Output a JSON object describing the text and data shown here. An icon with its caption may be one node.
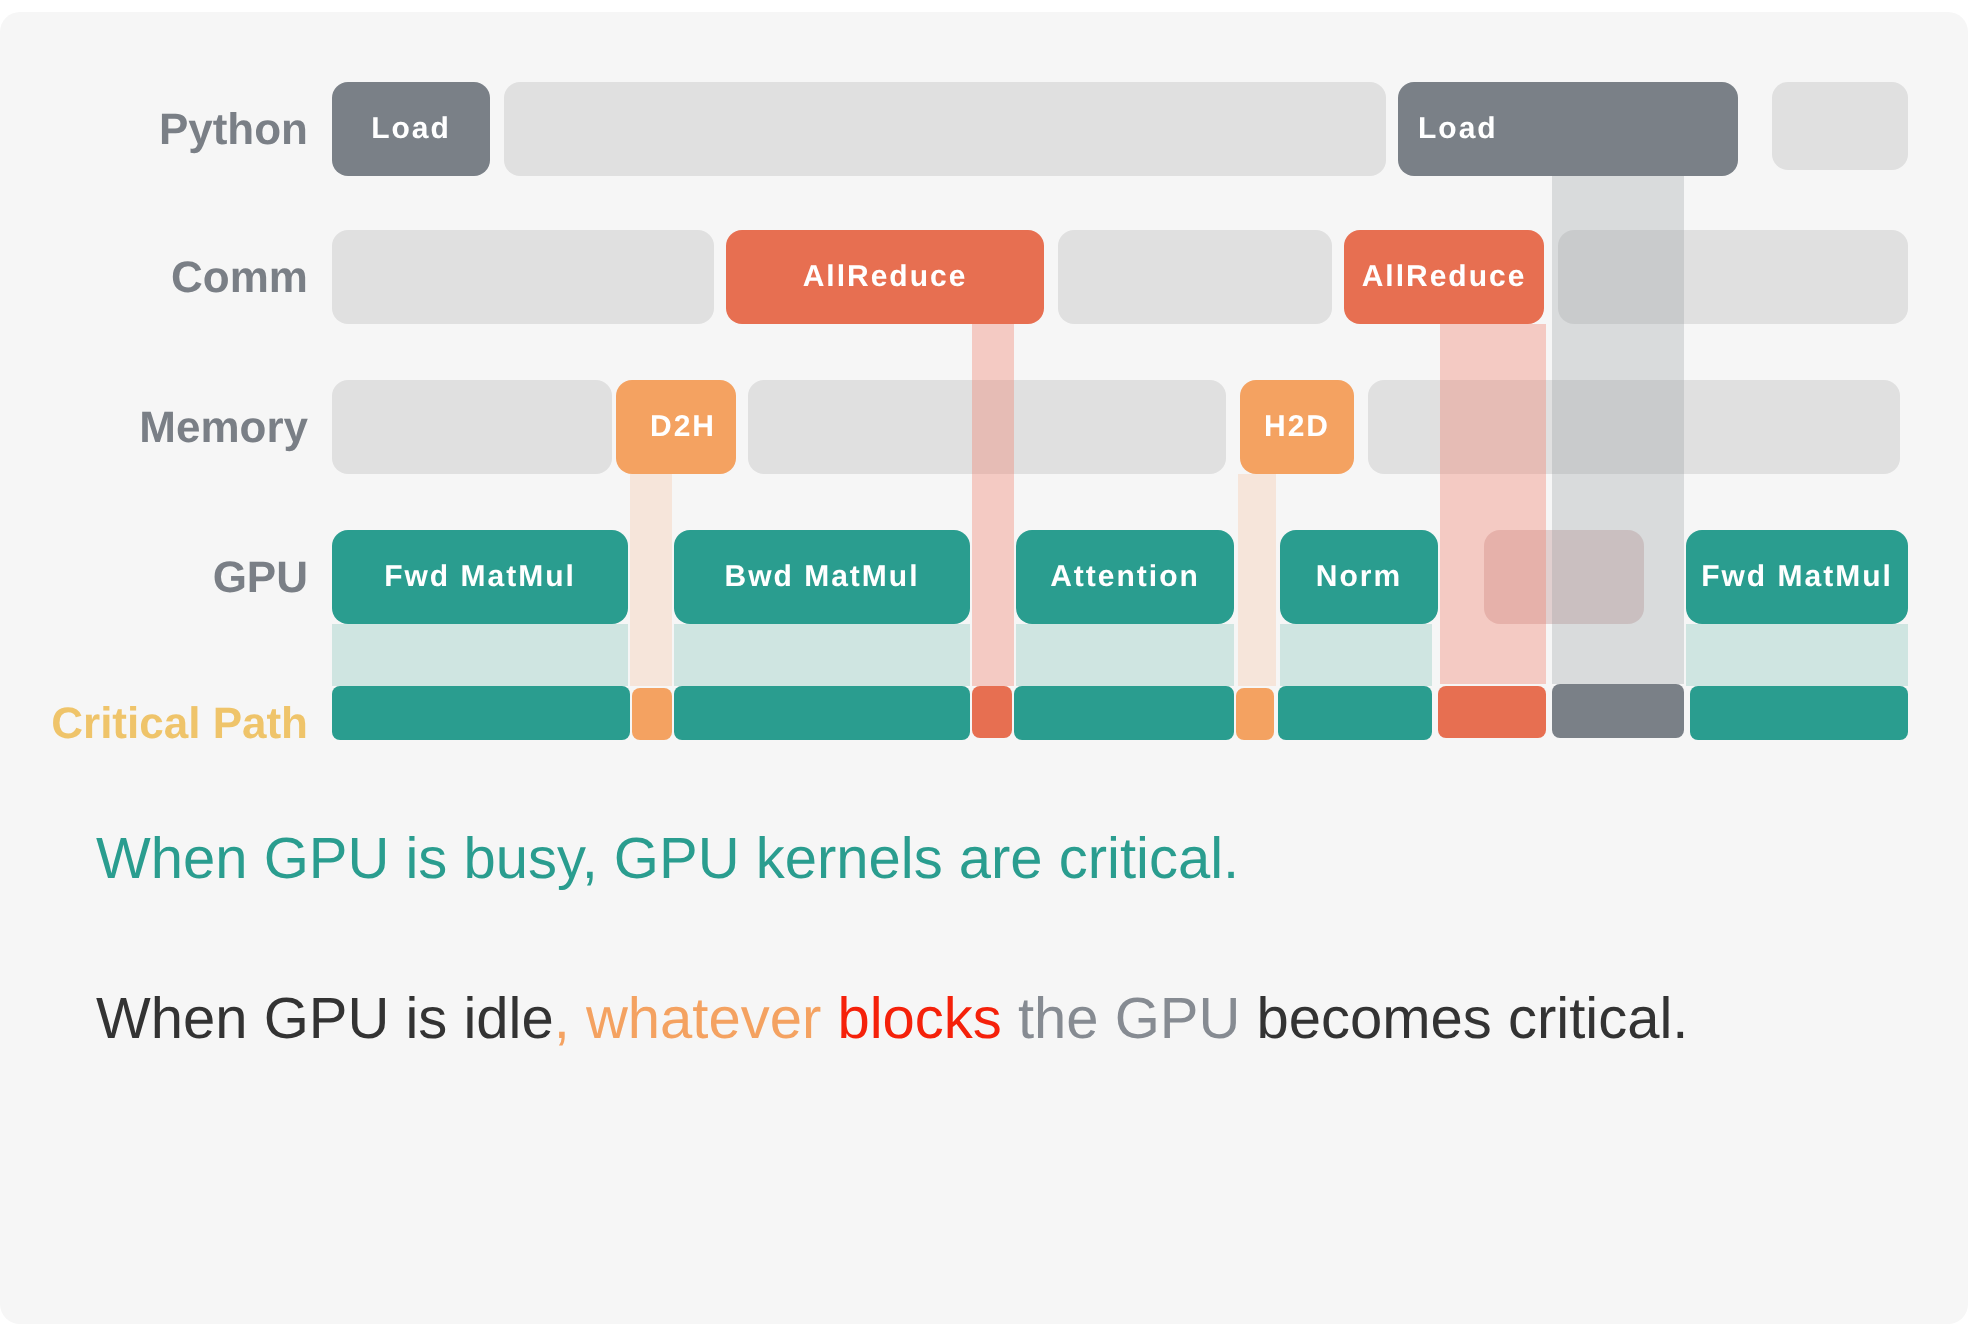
{
  "diagram": {
    "nodes": [
      {
        "text": [
          "Load"
        ]
      },
      {
        "text": [],
        "shape": "bar"
      },
      {
        "text": [
          "Load"
        ]
      },
      {
        "text": [],
        "shape": "bar"
      },
      {
        "text": [],
        "shape": "bar"
      },
      {
        "text": [
          "AllReduce"
        ]
      },
      {
        "text": [],
        "shape": "bar"
      },
      {
        "text": [
          "AllReduce"
        ]
      },
      {
        "text": [],
        "shape": "bar"
      },
      {
        "text": [],
        "shape": "bar"
      },
      {
        "text": [
          "D2H"
        ]
      },
      {
        "text": [],
        "shape": "bar"
      },
      {
        "text": [
          "H2D"
        ]
      },
      {
        "text": [],
        "shape": "bar"
      },
      {
        "text": [
          "Fwd MatMul"
        ]
      },
      {
        "text": [
          "Bwd MatMul"
        ]
      },
      {
        "text": [
          "Attention"
        ]
      },
      {
        "text": [
          "Norm"
        ]
      },
      {
        "text": [],
        "shape": "bar"
      },
      {
        "text": [
          "Fwd MatMul"
        ]
      },
      {
        "text": [],
        "shape": "bar"
      },
      {
        "text": [],
        "shape": "bar"
      },
      {
        "text": [],
        "shape": "bar"
      },
      {
        "text": [],
        "shape": "bar"
      },
      {
        "text": [],
        "shape": "bar"
      },
      {
        "text": [],
        "shape": "bar"
      },
      {
        "text": [],
        "shape": "bar"
      },
      {
        "text": [],
        "shape": "bar"
      },
      {
        "text": [],
        "shape": "bar"
      },
      {
        "text": [],
        "shape": "bar"
      },
      {
        "text": [],
        "shape": "band"
      },
      {
        "text": [],
        "shape": "band"
      },
      {
        "text": [],
        "shape": "band"
      },
      {
        "text": [],
        "shape": "band"
      },
      {
        "text": [],
        "shape": "band"
      }
    ],
    "labels": [
      "Python",
      "Comm",
      "Memory",
      "GPU",
      "Critical Path",
      "When GPU is busy, GPU kernels are critical.",
      "When GPU is idle",
      ", whatever",
      "blocks",
      "the GPU",
      "becomes critical."
    ]
  }
}
